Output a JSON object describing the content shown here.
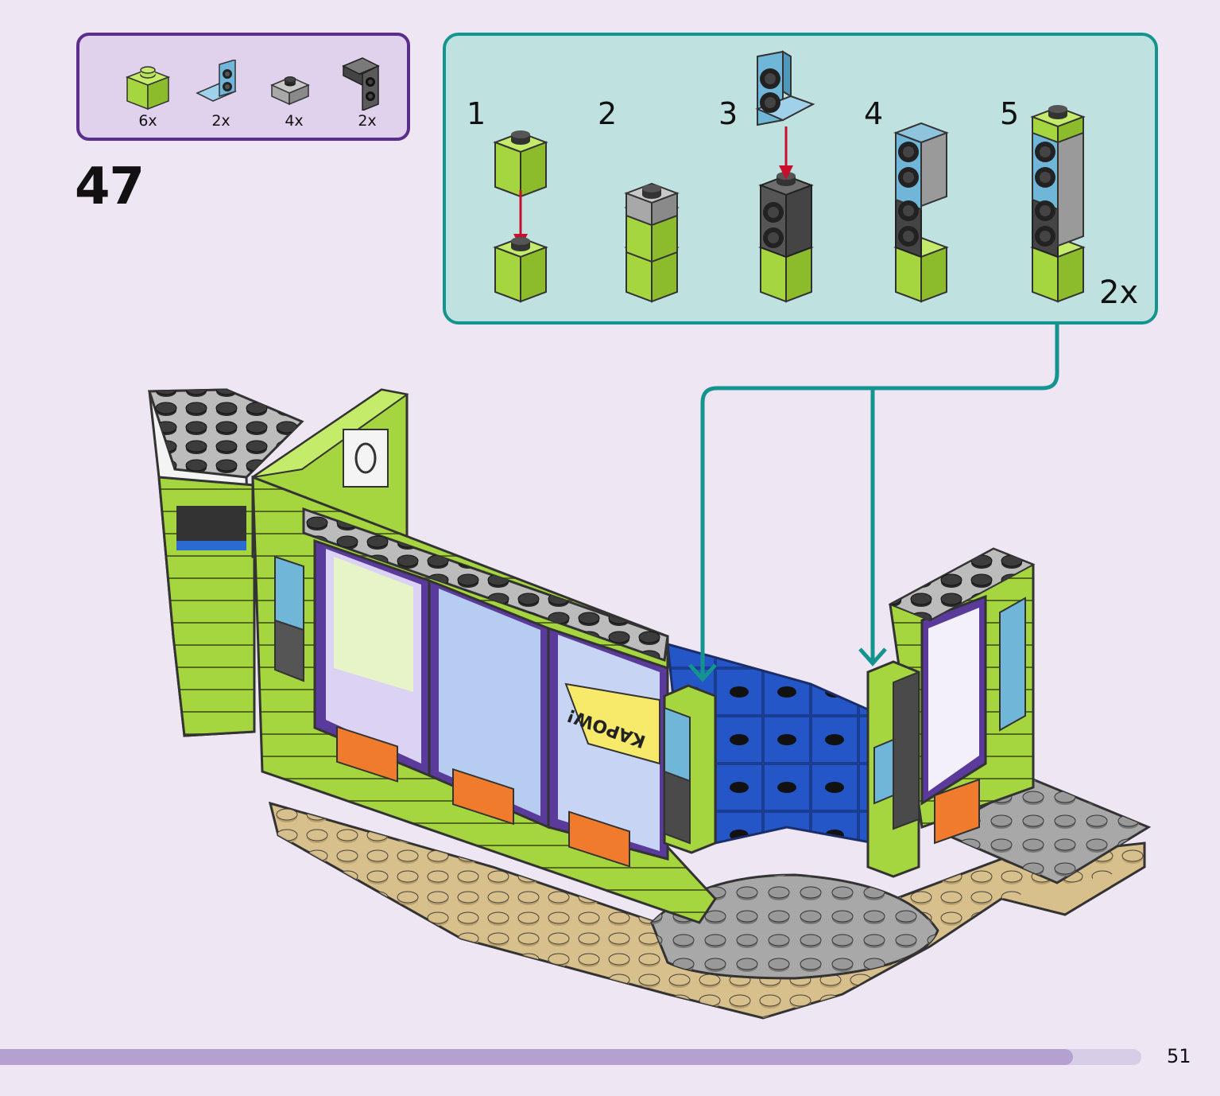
{
  "page": {
    "number": "51",
    "progress": 0.94
  },
  "step": {
    "number": "47"
  },
  "parts_list": [
    {
      "icon": "lime-1x1-brick-icon",
      "qty": "6x",
      "color": "#a6d63f"
    },
    {
      "icon": "light-blue-bracket-icon",
      "qty": "2x",
      "color": "#6fb6d8"
    },
    {
      "icon": "gray-1x1-plate-icon",
      "qty": "4x",
      "color": "#a8a8a8"
    },
    {
      "icon": "dark-gray-bracket-icon",
      "qty": "2x",
      "color": "#5a5a5a"
    }
  ],
  "sub_assembly": {
    "steps": [
      "1",
      "2",
      "3",
      "4",
      "5"
    ],
    "multiplier": "2x"
  },
  "model": {
    "decal_text": "KAPOW!"
  },
  "colors": {
    "lime": "#a6d63f",
    "purple_border": "#5b2d8c",
    "teal_border": "#14948f",
    "arrow_red": "#c8102e",
    "progress": "#b5a0d2"
  }
}
